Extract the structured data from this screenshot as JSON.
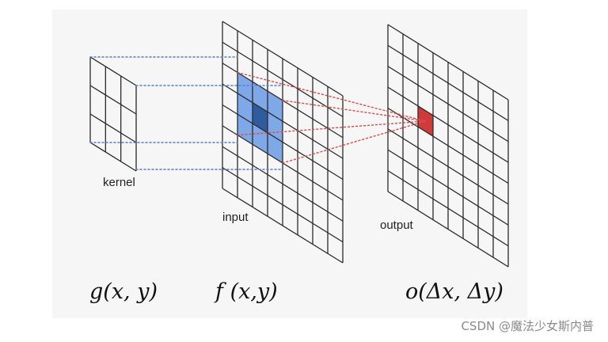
{
  "labels": {
    "kernel": "kernel",
    "input": "input",
    "output": "output"
  },
  "formulas": {
    "kernel": "g(x, y)",
    "input": "f (x,y)",
    "output": "o(Δx, Δy)"
  },
  "watermark": "CSDN @魔法少女斯内普",
  "colors": {
    "grid_line": "#2a2a2a",
    "input_window": "#7fa8e8",
    "input_center": "#2f5c9e",
    "output_cell": "#d13a3a",
    "kernel_guides": "#5a7fd6",
    "output_guides": "#d84b4b",
    "panel_background": "#f6f6f7",
    "watermark": "#8a8a8a"
  },
  "grids": {
    "kernel": {
      "rows": 3,
      "cols": 3
    },
    "input": {
      "rows": 8,
      "cols": 8,
      "window": {
        "row_start": 2,
        "col_start": 1,
        "size": 3
      },
      "center": {
        "row": 3,
        "col": 2
      }
    },
    "output": {
      "rows": 8,
      "cols": 8,
      "highlight": {
        "row": 3,
        "col": 2
      }
    }
  }
}
